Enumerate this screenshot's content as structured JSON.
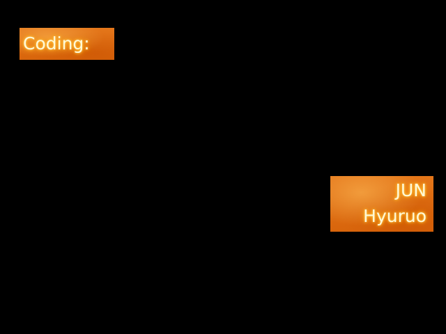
{
  "credits": {
    "role": "Coding:",
    "names": [
      "JUN",
      "Hyuruo"
    ]
  },
  "colors": {
    "panel": "#dd6c12",
    "text": "#fff9d8",
    "background": "#000000"
  }
}
